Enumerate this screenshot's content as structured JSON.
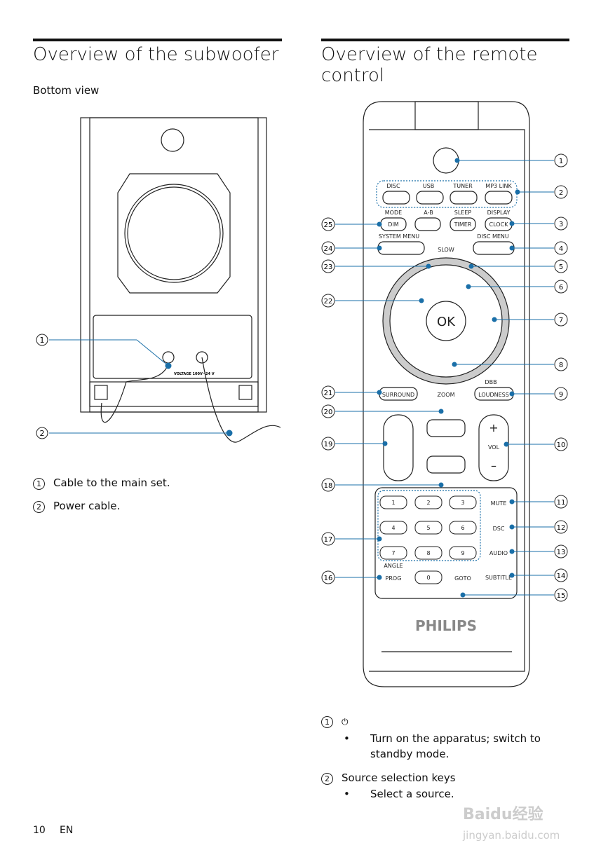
{
  "left": {
    "title": "Overview of the subwoofer",
    "subtitle": "Bottom view",
    "items": [
      {
        "num": "1",
        "text": "Cable to the main set."
      },
      {
        "num": "2",
        "text": "Power cable."
      }
    ],
    "panel_text": "VOLTAGE 100V~24 V"
  },
  "right": {
    "title": "Overview of the remote control",
    "remote": {
      "disc": "DISC",
      "usb": "USB",
      "tuner": "TUNER",
      "mp3": "MP3 LINK",
      "mode": "MODE",
      "dim": "DIM",
      "ab": "A-B",
      "sleep": "SLEEP",
      "timer": "TIMER",
      "display": "DISPLAY",
      "clock": "CLOCK",
      "sysmenu": "SYSTEM MENU",
      "discmenu": "DISC MENU",
      "slow": "SLOW",
      "ok": "OK",
      "surround": "SURROUND",
      "zoom": "ZOOM",
      "dbb": "DBB",
      "loudness": "LOUDNESS",
      "vol": "VOL",
      "plus": "+",
      "minus": "–",
      "mute": "MUTE",
      "dsc": "DSC",
      "audio": "AUDIO",
      "subtitle": "SUBTITLE",
      "angle": "ANGLE",
      "prog": "PROG",
      "goto": "GOTO",
      "brand": "PHILIPS",
      "digits": [
        "1",
        "2",
        "3",
        "4",
        "5",
        "6",
        "7",
        "8",
        "9",
        "0"
      ]
    },
    "callouts": [
      "1",
      "2",
      "3",
      "4",
      "5",
      "6",
      "7",
      "8",
      "9",
      "10",
      "11",
      "12",
      "13",
      "14",
      "15",
      "25",
      "24",
      "23",
      "22",
      "21",
      "20",
      "19",
      "18",
      "17",
      "16"
    ],
    "items": [
      {
        "num": "1",
        "symbol": "⏻",
        "bullet": "Turn on the apparatus; switch to standby mode."
      },
      {
        "num": "2",
        "label": "Source selection keys",
        "bullet": "Select a source."
      }
    ]
  },
  "footer": {
    "page": "10",
    "lang": "EN"
  },
  "watermark": {
    "logo": "Baidu经验",
    "url": "jingyan.baidu.com"
  },
  "colors": {
    "callout": "#1a6fa8"
  }
}
